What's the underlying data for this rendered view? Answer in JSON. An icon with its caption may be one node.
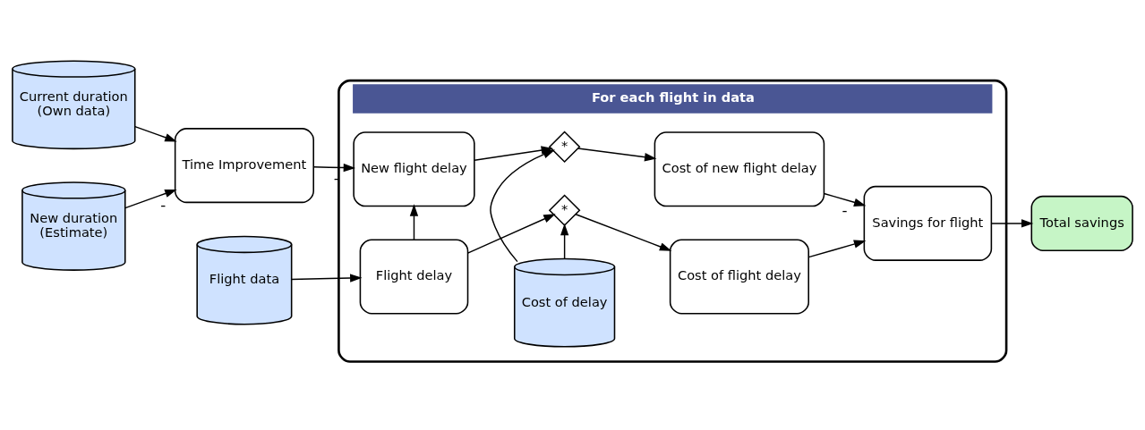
{
  "diagram": {
    "nodes": [
      {
        "text": [
          "Current duration",
          "(Own data)"
        ]
      },
      {
        "text": [
          "Flight data"
        ]
      },
      {
        "text": [
          "New duration",
          "(Estimate)"
        ]
      },
      {
        "text": [
          "Time Improvement"
        ]
      },
      {
        "text": [
          "For each flight in data"
        ]
      },
      {
        "text": [
          "Flight delay"
        ],
        "in": 4
      },
      {
        "text": [
          "*"
        ],
        "in": 4
      },
      {
        "text": [
          "Cost of flight delay"
        ],
        "in": 4
      },
      {
        "text": [
          "Cost of delay"
        ],
        "in": 4
      },
      {
        "text": [
          "New flight delay"
        ],
        "in": 4
      },
      {
        "text": [
          "*"
        ],
        "in": 4
      },
      {
        "text": [
          "Cost of new flight delay"
        ],
        "in": 4
      },
      {
        "text": [
          "Savings for flight"
        ],
        "in": 4
      },
      {
        "text": [
          "Total savings"
        ]
      }
    ],
    "edges": [
      {
        "from": 0,
        "to": 3,
        "arrow": "to"
      },
      {
        "from": 2,
        "to": 3,
        "arrow": "to",
        "label": "-"
      },
      {
        "from": 1,
        "to": 5,
        "arrow": "to"
      },
      {
        "from": 3,
        "to": 9,
        "arrow": "to",
        "label": "-"
      },
      {
        "from": 5,
        "to": 9,
        "arrow": "to"
      },
      {
        "from": 5,
        "to": 6,
        "arrow": "to"
      },
      {
        "from": 8,
        "to": 6,
        "arrow": "to"
      },
      {
        "from": 6,
        "to": 7,
        "arrow": "to"
      },
      {
        "from": 8,
        "to": 10,
        "arrow": "to"
      },
      {
        "from": 9,
        "to": 10,
        "arrow": "to"
      },
      {
        "from": 10,
        "to": 11,
        "arrow": "to"
      },
      {
        "from": 7,
        "to": 12,
        "arrow": "to"
      },
      {
        "from": 11,
        "to": 12,
        "arrow": "to",
        "label": "-"
      },
      {
        "from": 12,
        "to": 13,
        "arrow": "to"
      }
    ]
  }
}
